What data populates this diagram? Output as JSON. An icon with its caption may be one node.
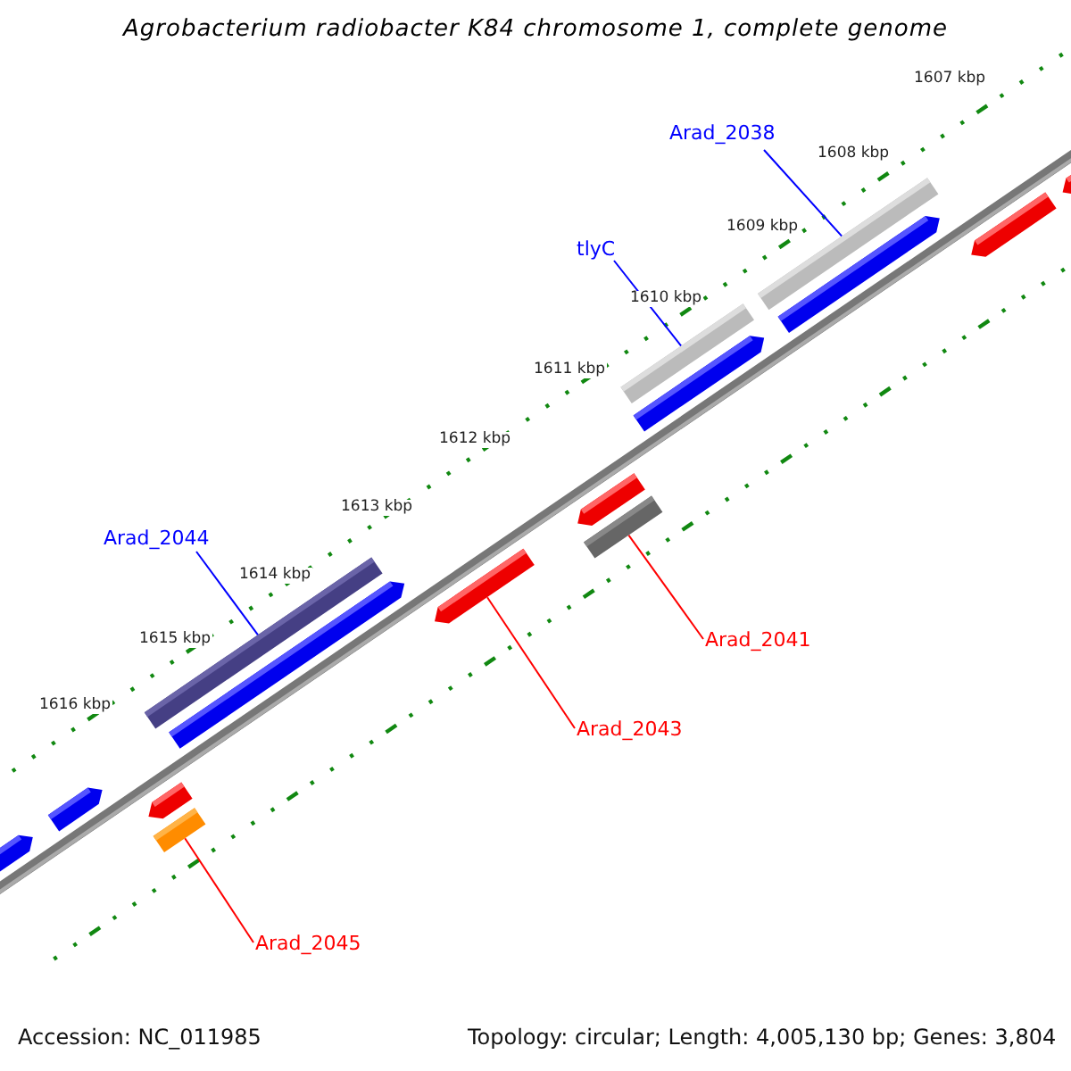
{
  "diagram": {
    "title": "Agrobacterium radiobacter K84 chromosome 1, complete genome",
    "nodes": [
      {
        "text": [
          "Arad_2038"
        ]
      },
      {
        "text": [],
        "shape": "bar"
      },
      {
        "text": [
          "tlyC"
        ]
      },
      {
        "text": [],
        "shape": "bar"
      },
      {
        "text": [
          "Arad_2044"
        ]
      },
      {
        "text": [],
        "shape": "bar"
      },
      {
        "text": [
          "Arad_2041"
        ]
      },
      {
        "text": [],
        "shape": "bar"
      },
      {
        "text": [
          "Arad_2043"
        ]
      },
      {
        "text": [],
        "shape": "pentagon"
      },
      {
        "text": [
          "Arad_2045"
        ]
      },
      {
        "text": [],
        "shape": "bar"
      },
      {
        "text": [],
        "shape": "pentagon"
      },
      {
        "text": [],
        "shape": "pentagon"
      },
      {
        "text": [],
        "shape": "pentagon"
      },
      {
        "text": [],
        "shape": "pentagon"
      },
      {
        "text": [],
        "shape": "pentagon"
      },
      {
        "text": [],
        "shape": "pentagon"
      },
      {
        "text": [],
        "shape": "pentagon"
      },
      {
        "text": [],
        "shape": "pentagon"
      },
      {
        "text": [],
        "shape": "pentagon"
      }
    ],
    "edges": [
      {
        "from": 0,
        "to": 1,
        "arrow": "none",
        "color": "#0000ff"
      },
      {
        "from": 2,
        "to": 3,
        "arrow": "none",
        "color": "#0000ff"
      },
      {
        "from": 4,
        "to": 5,
        "arrow": "none",
        "color": "#0000ff"
      },
      {
        "from": 6,
        "to": 7,
        "arrow": "none",
        "color": "#ff0000"
      },
      {
        "from": 8,
        "to": 9,
        "arrow": "none",
        "color": "#ff0000"
      },
      {
        "from": 10,
        "to": 11,
        "arrow": "none",
        "color": "#ff0000"
      }
    ],
    "labels": [
      "1607 kbp",
      "1608 kbp",
      "1609 kbp",
      "1610 kbp",
      "1611 kbp",
      "1612 kbp",
      "1613 kbp",
      "1614 kbp",
      "1615 kbp",
      "1616 kbp",
      "Accession: NC_011985",
      "Topology: circular; Length: 4,005,130 bp; Genes: 3,804"
    ]
  }
}
